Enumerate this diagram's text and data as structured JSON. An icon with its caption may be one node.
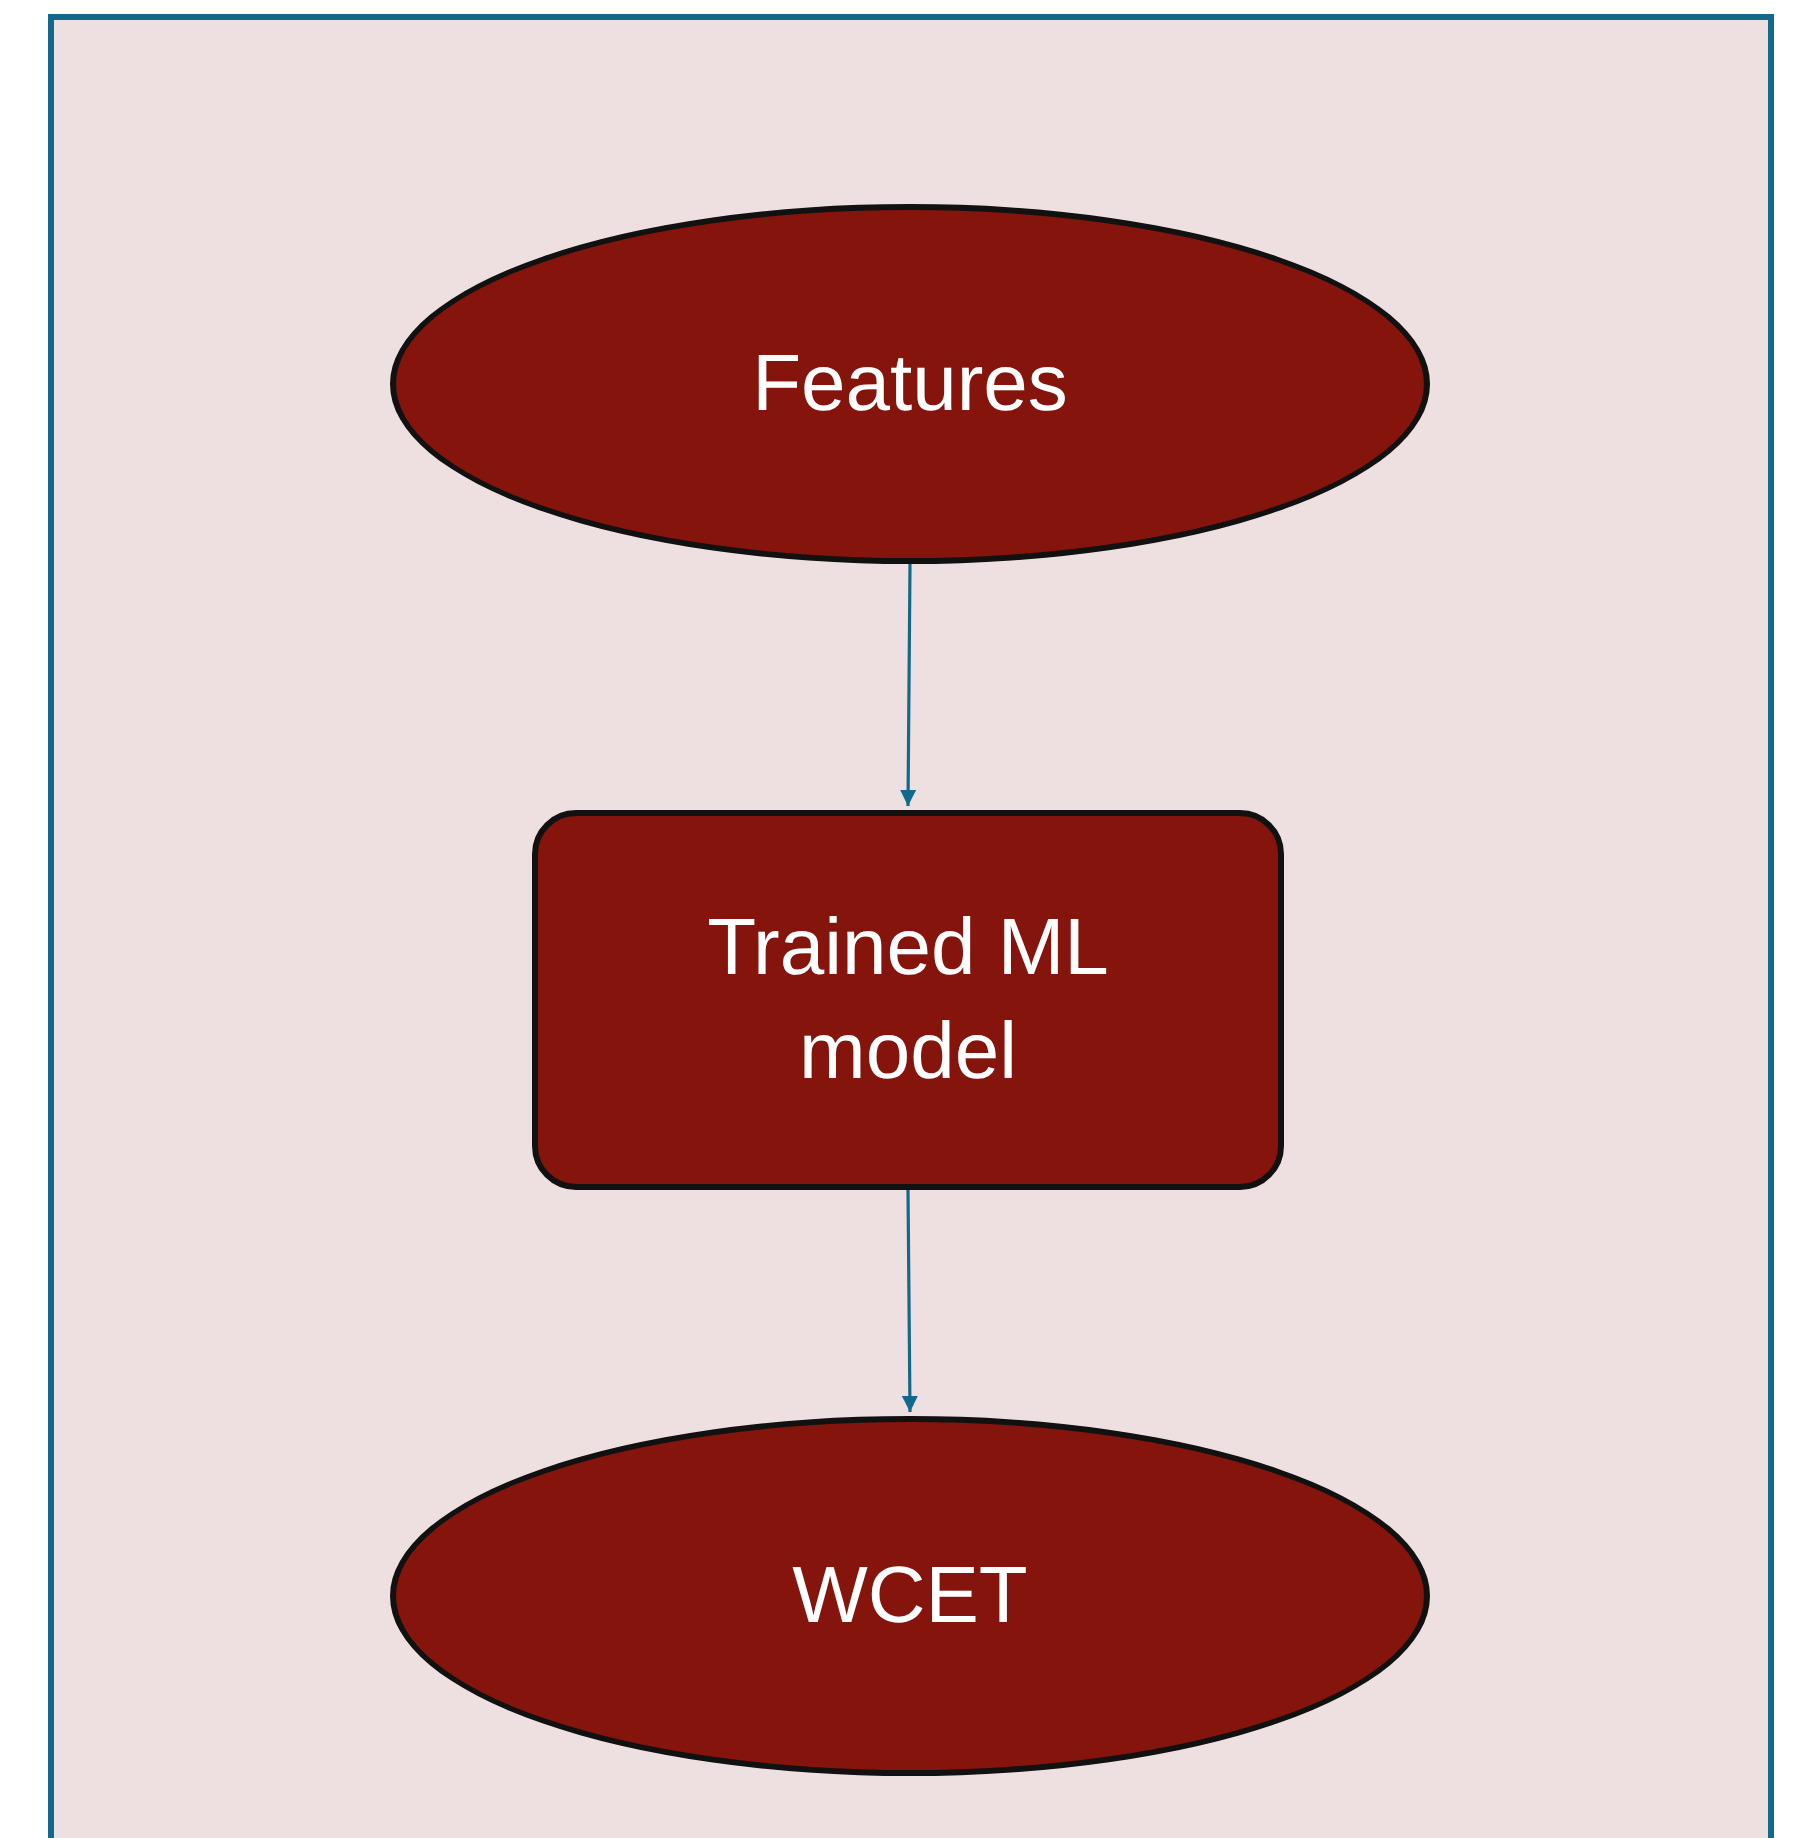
{
  "diagram": {
    "nodes": [
      {
        "text": [
          "Features"
        ]
      },
      {
        "text": [
          "Trained ML model"
        ]
      },
      {
        "text": [
          "WCET"
        ]
      }
    ],
    "edges": [
      {
        "from": 0,
        "to": 1,
        "arrow": "to"
      },
      {
        "from": 1,
        "to": 2,
        "arrow": "to"
      }
    ]
  }
}
